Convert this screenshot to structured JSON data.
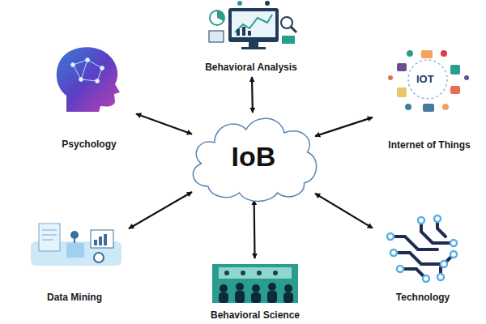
{
  "diagram": {
    "nodes": [
      {
        "text": [
          "Behavioral Analysis"
        ]
      },
      {
        "text": [
          "Psychology"
        ]
      },
      {
        "text": [
          "Internet of Things"
        ]
      },
      {
        "text": [
          "IoB"
        ]
      },
      {
        "text": [
          "Data Mining"
        ]
      },
      {
        "text": [
          "Behavioral Science"
        ]
      },
      {
        "text": [
          "Technology"
        ]
      }
    ],
    "edges": [
      {
        "from": 3,
        "to": 0,
        "arrow": "both"
      },
      {
        "from": 3,
        "to": 1,
        "arrow": "both"
      },
      {
        "from": 3,
        "to": 2,
        "arrow": "both"
      },
      {
        "from": 3,
        "to": 4,
        "arrow": "both"
      },
      {
        "from": 3,
        "to": 5,
        "arrow": "both"
      },
      {
        "from": 3,
        "to": 6,
        "arrow": "both"
      }
    ],
    "labels": [
      "IOT"
    ]
  }
}
